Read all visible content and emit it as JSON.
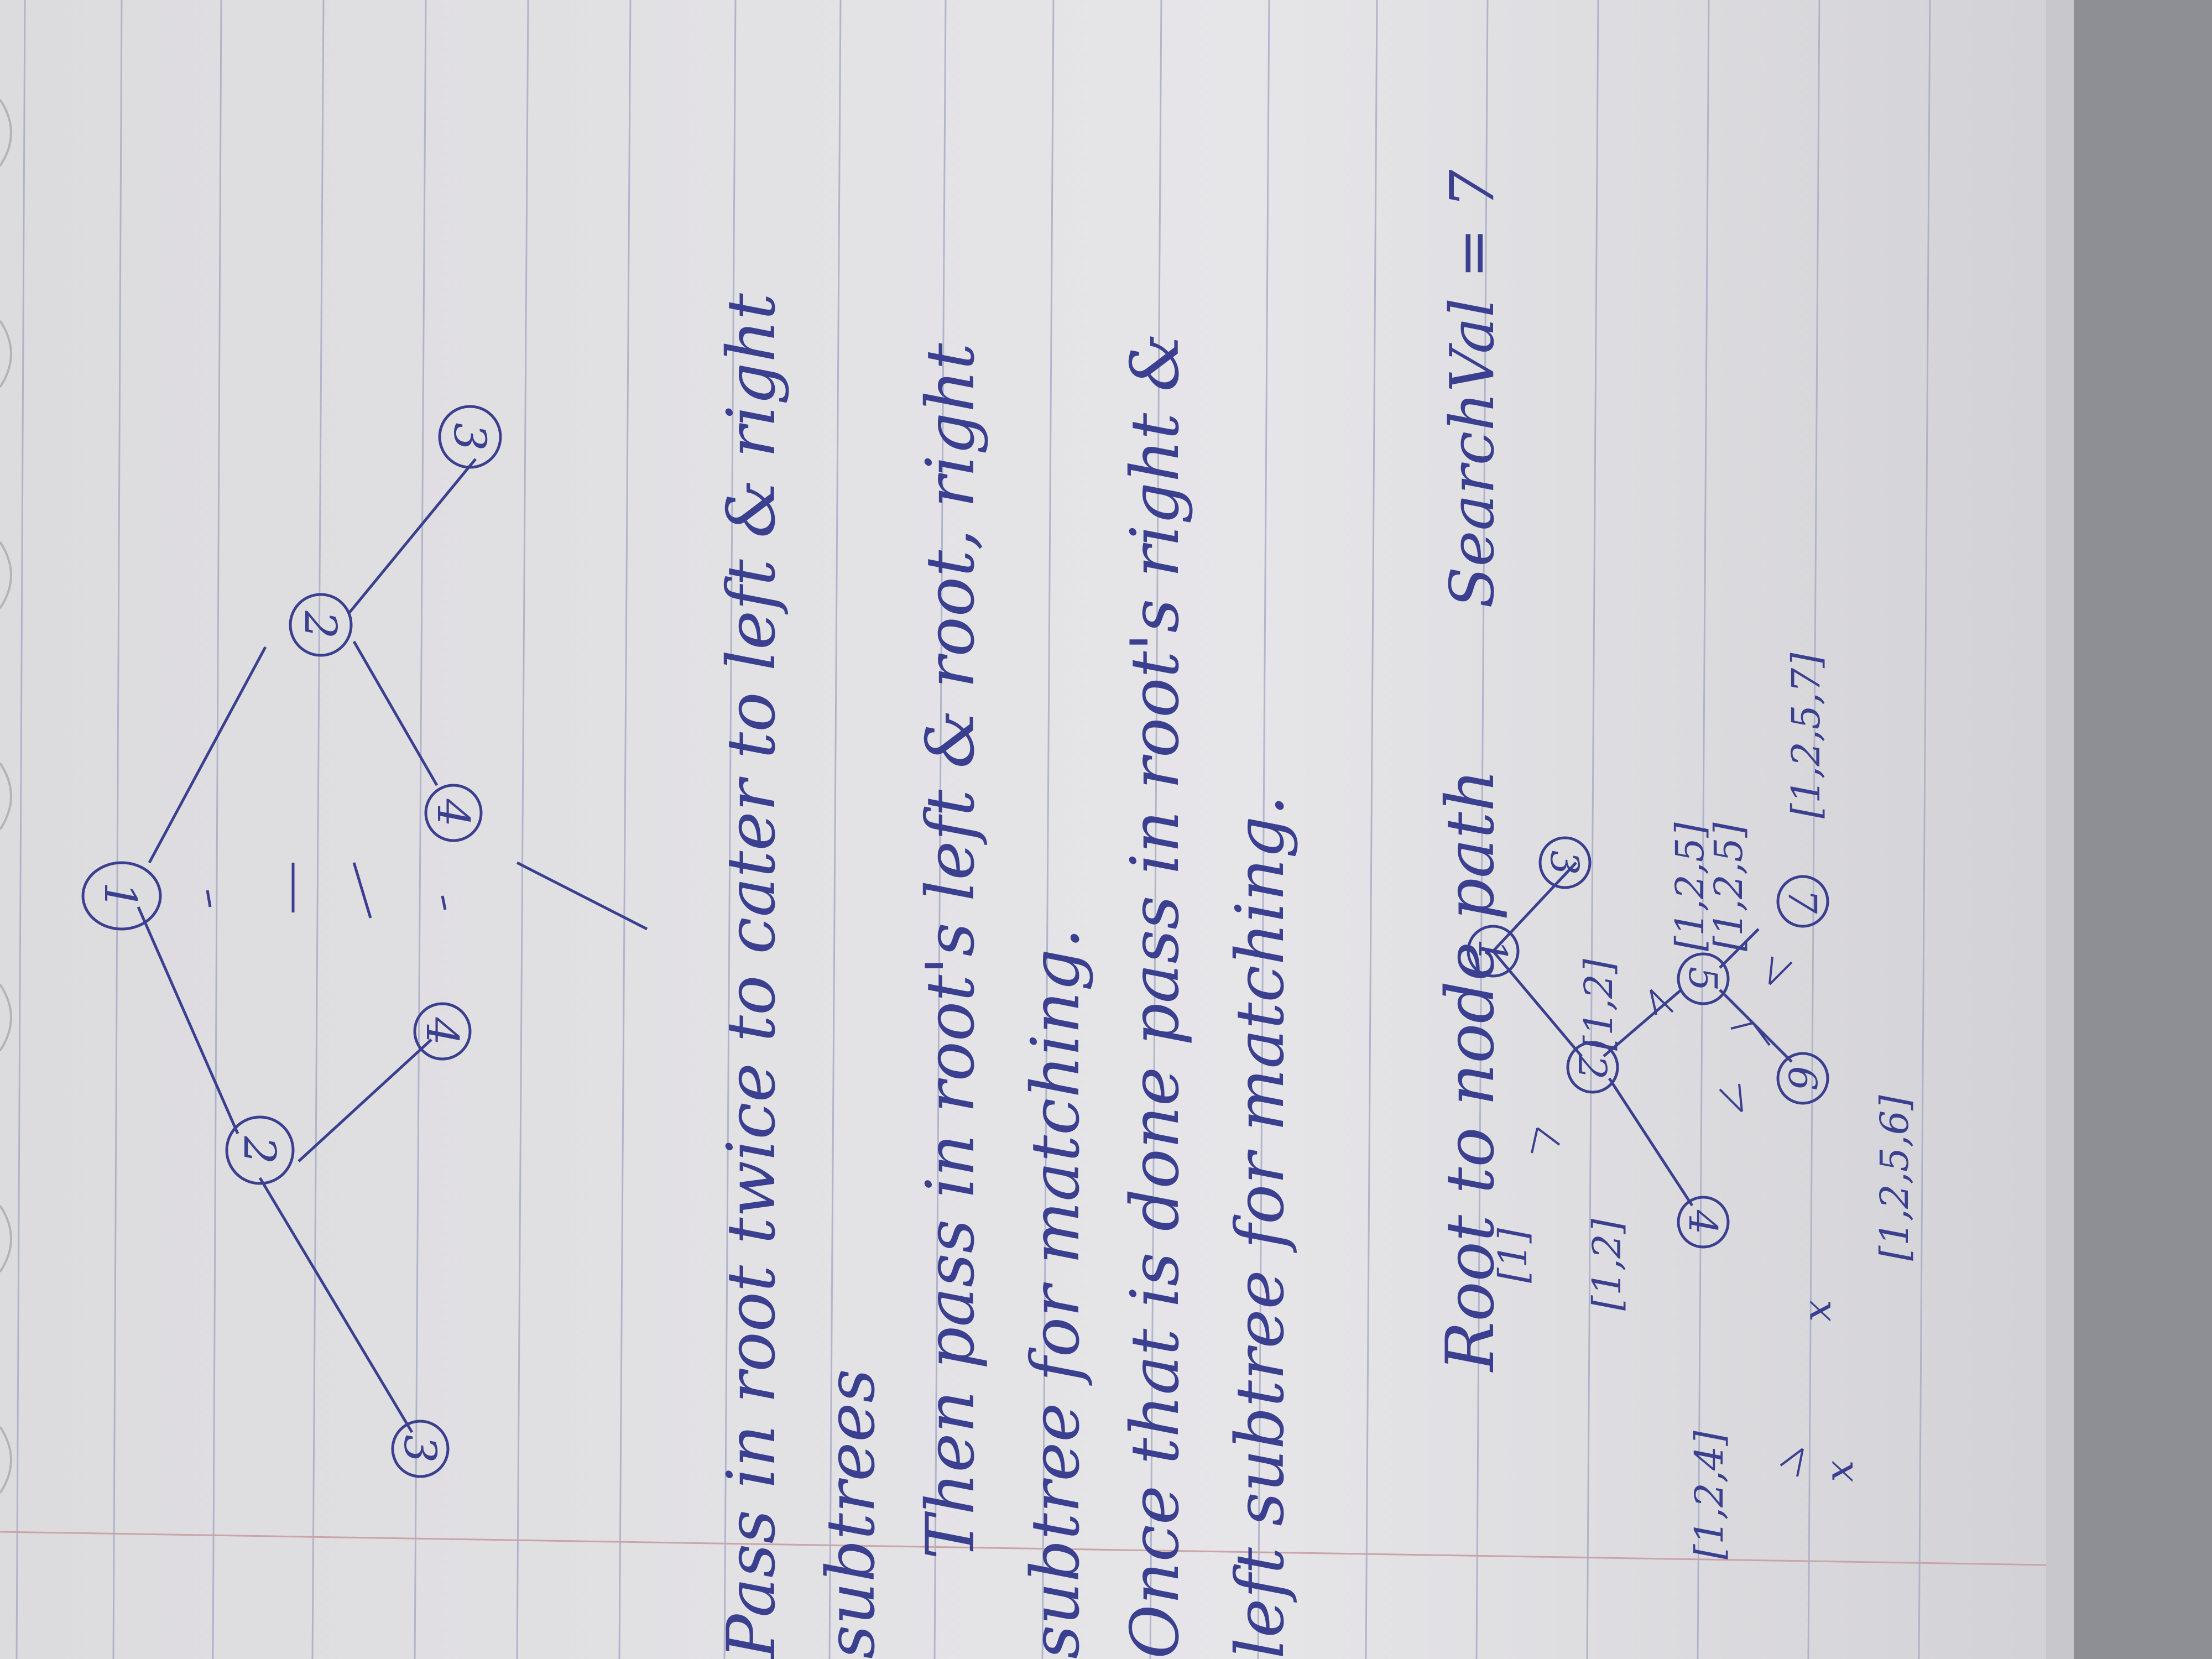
{
  "colors": {
    "paper": "#e4e3e6",
    "paper_shadow": "#b9b8bd",
    "ink": "#3a3f8f",
    "rule_line": "#a9aec8",
    "margin_line": "#c9a4a8"
  },
  "notes": {
    "line1": "Pass in root twice to cater to left & right",
    "line1b": "subtrees",
    "line2": "Then pass in root's left & root, right",
    "line2b": "subtree for matching.",
    "line3": "Once that is done pass in root's right &",
    "line3b": "left subtree for matching."
  },
  "section": {
    "title": "Root to node path",
    "search_val": "SearchVal = 7"
  },
  "tree1": {
    "root": "1",
    "left": "2",
    "left_left": "3",
    "left_right": "4"
  },
  "tree2": {
    "root": "1",
    "left": "2",
    "left_left": "3",
    "left_right": "4"
  },
  "tree3": {
    "n1": "1",
    "n2": "2",
    "n3": "3",
    "n4": "4",
    "n5": "5",
    "n6": "6",
    "n7": "7",
    "p1": "[1]",
    "p12a": "[1,2]",
    "p12b": "[1,2]",
    "p124": "[1,2,4]",
    "p125a": "[1,2,5]",
    "p125b": "[1,2,5]",
    "p1256": "[1,2,5,6]",
    "p1257": "[1,2,5,7]",
    "x1": "x",
    "x2": "x"
  }
}
